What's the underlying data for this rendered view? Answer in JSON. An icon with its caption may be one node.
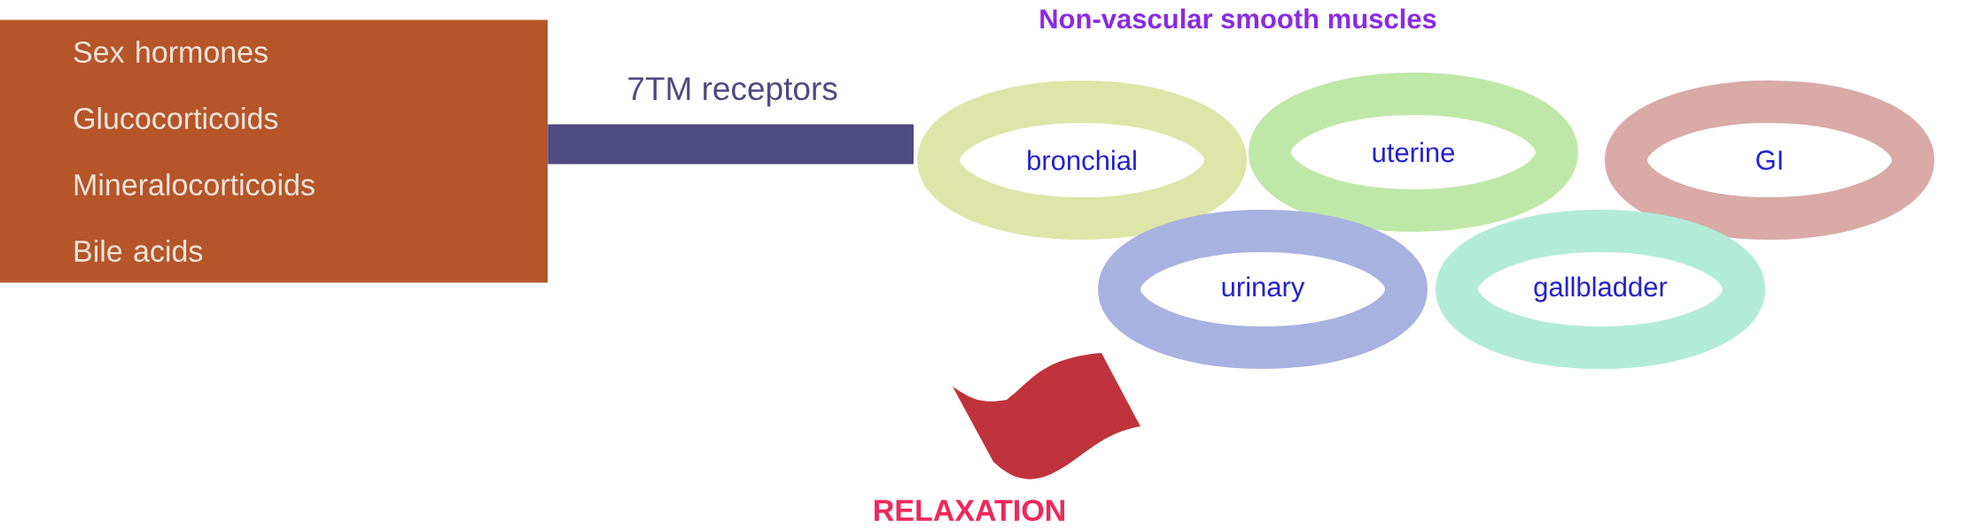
{
  "diagram": {
    "title": "Non-vascular smooth muscles",
    "nodes": [
      {
        "text": [
          "Sex hormones",
          "Glucocorticoids",
          "Mineralocorticoids",
          "Bile acids"
        ]
      },
      {
        "text": [
          "bronchial"
        ]
      },
      {
        "text": [
          "uterine"
        ]
      },
      {
        "text": [
          "GI"
        ]
      },
      {
        "text": [
          "urinary"
        ]
      },
      {
        "text": [
          "gallbladder"
        ]
      }
    ],
    "edges": [
      {
        "from": 0,
        "to": 1,
        "arrow": "none",
        "label": "7TM receptors",
        "color": "#4e4a82"
      }
    ],
    "labels": [
      "RELAXATION"
    ]
  }
}
